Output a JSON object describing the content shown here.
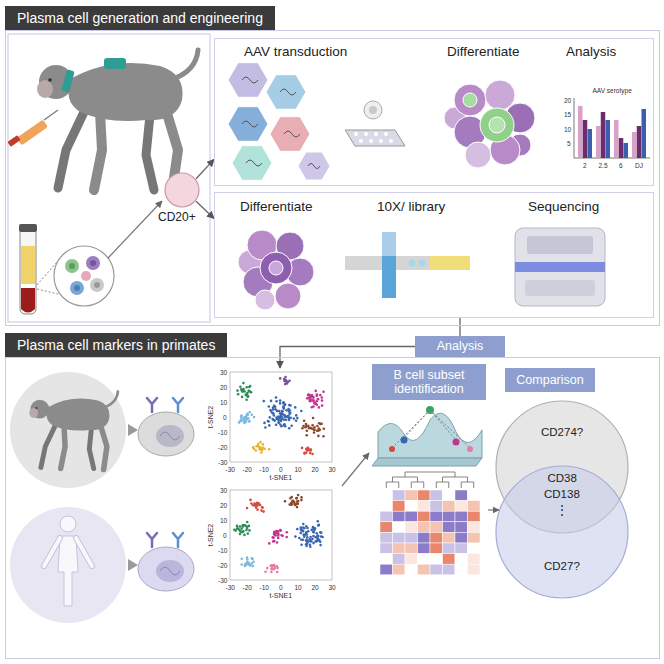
{
  "diagram": {
    "nodes": [
      {
        "text": [
          "Plasma cell generation and engineering"
        ]
      },
      {
        "text": [
          "CD20+"
        ],
        "in": 0
      },
      {
        "text": [
          "AAV transduction",
          "Differentiate",
          "Analysis"
        ],
        "in": 0
      },
      {
        "text": [
          "Differentiate",
          "10X/ library",
          "Sequencing"
        ],
        "in": 0
      },
      {
        "text": [
          "Plasma cell markers in primates"
        ]
      },
      {
        "text": [
          "Analysis"
        ]
      },
      {
        "text": [
          "t-SNE2",
          "t-SNE1"
        ],
        "in": 4
      },
      {
        "text": [
          "t-SNE2",
          "t-SNE1"
        ],
        "in": 4
      },
      {
        "text": [
          "B cell subset identification"
        ],
        "in": 4
      },
      {
        "text": [
          "Comparison"
        ],
        "in": 4
      },
      {
        "text": [
          "CD274?"
        ],
        "in": 4
      },
      {
        "text": [
          "CD27?"
        ],
        "in": 4
      }
    ],
    "edges": [
      {
        "from": 1,
        "to": 2,
        "arrow": "to"
      },
      {
        "from": 1,
        "to": 3,
        "arrow": "to"
      },
      {
        "from": 3,
        "to": 5,
        "arrow": "none"
      },
      {
        "from": 5,
        "to": 6,
        "arrow": "to"
      }
    ],
    "labels": [
      "AAV serotype",
      "2",
      "2.5",
      "6",
      "DJ",
      "5",
      "10",
      "15",
      "20",
      "-30",
      "-20",
      "-10",
      "0",
      "10",
      "20",
      "30",
      "-30",
      "-20",
      "-10",
      "0",
      "10",
      "20",
      "30",
      "-30",
      "-20",
      "-10",
      "0",
      "10",
      "20",
      "30",
      "-30",
      "-20",
      "-10",
      "0",
      "10",
      "20",
      "30",
      "CD38",
      "CD138",
      "⋮"
    ]
  }
}
